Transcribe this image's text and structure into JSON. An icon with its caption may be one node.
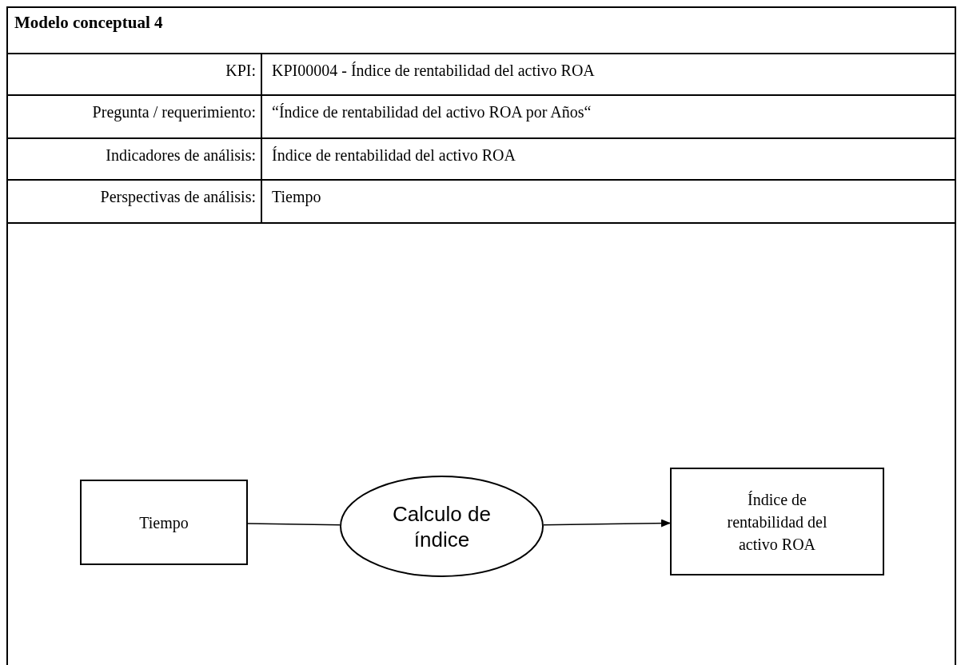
{
  "diagram": {
    "title": "Modelo conceptual 4",
    "nodes": [
      {
        "text": [
          "Tiempo"
        ]
      },
      {
        "text": [
          "Calculo de índice"
        ]
      },
      {
        "text": [
          "Índice de rentabilidad del activo ROA"
        ]
      }
    ],
    "edges": [
      {
        "from": 0,
        "to": 1,
        "arrow": "none"
      },
      {
        "from": 1,
        "to": 2,
        "arrow": "to"
      }
    ],
    "labels": [
      "KPI:",
      "KPI00004 - Índice de rentabilidad del activo ROA",
      "Pregunta / requerimiento:",
      "“Índice de rentabilidad del activo ROA por Años“",
      "Indicadores de análisis:",
      "Índice de rentabilidad del activo ROA",
      "Perspectivas de análisis:",
      "Tiempo"
    ]
  }
}
